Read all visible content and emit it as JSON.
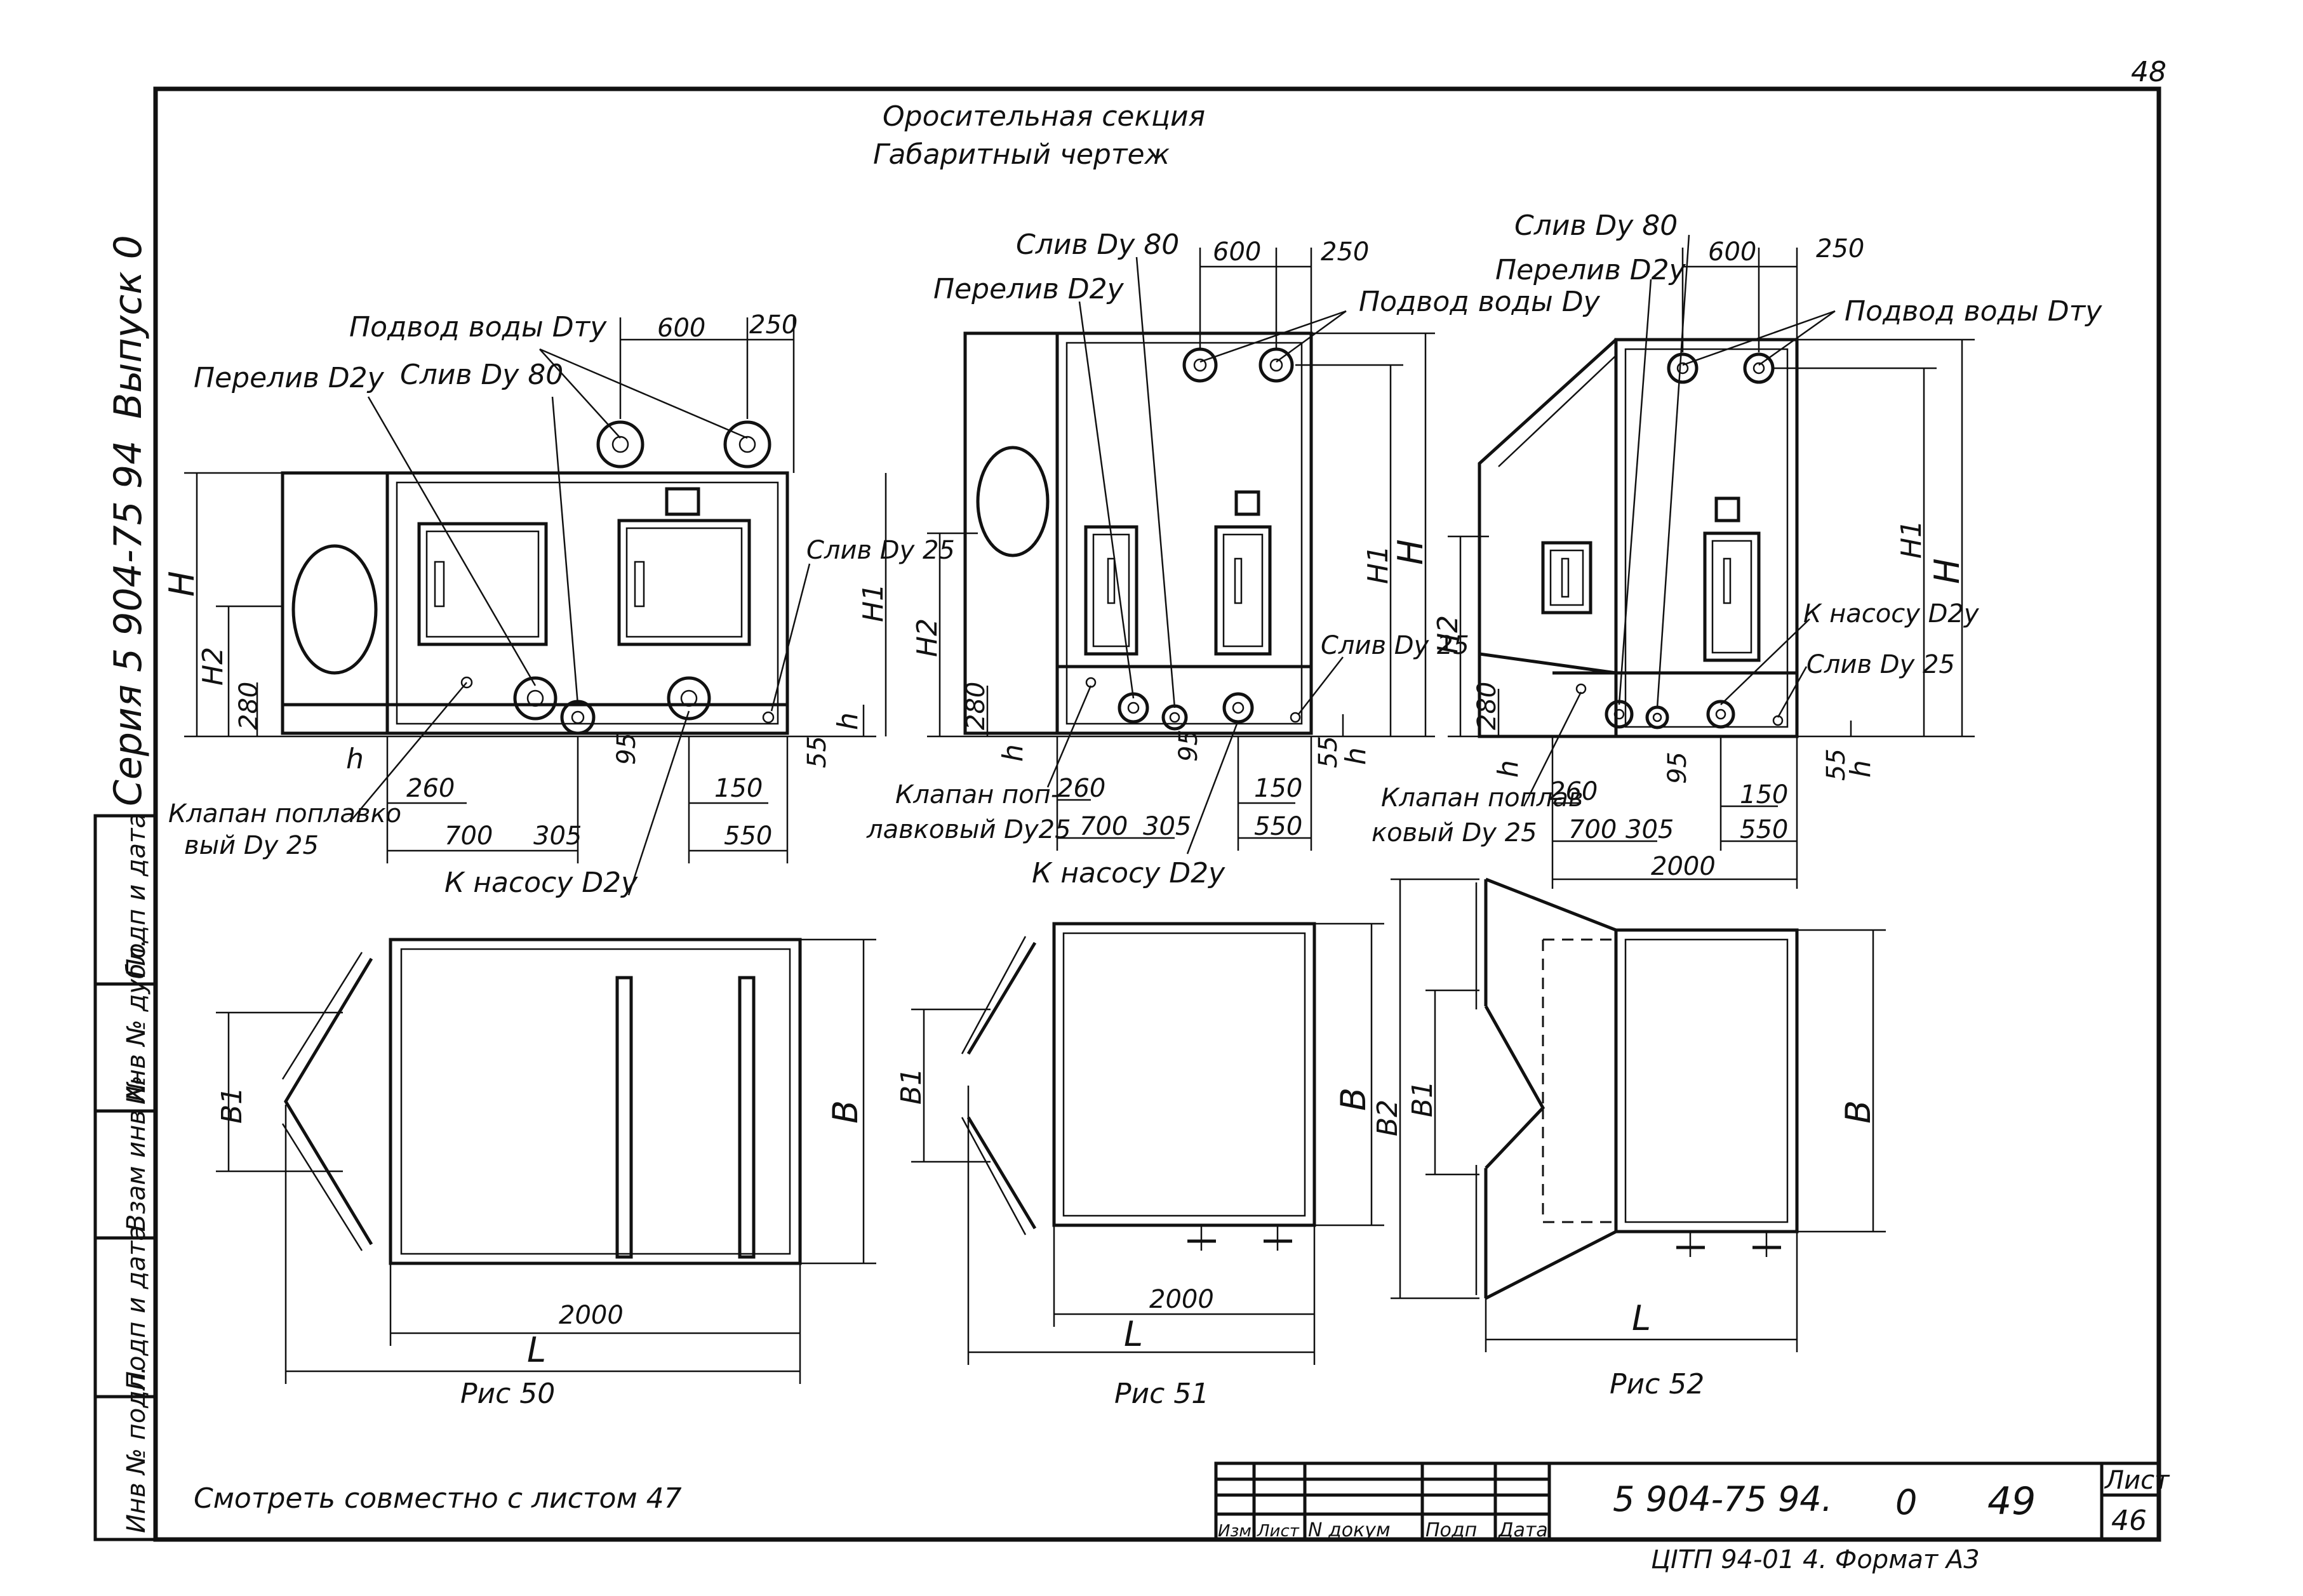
{
  "sheet_corner_number": "48",
  "title": {
    "line1": "Оросительная   секция",
    "line2": "Габаритный чертеж"
  },
  "side_stamp": {
    "series": "Серия 5 904-75 94",
    "issue": "Выпуск 0"
  },
  "left_stamp_columns": [
    "Подп и дата",
    "Инв № дубл.",
    "Взам инв №",
    "Подп и дата",
    "Инв № подл."
  ],
  "labels": {
    "podvod": "Подвод воды Dту",
    "podvod51": "Подвод воды Dу",
    "perelib": "Перелив D2у",
    "sliv80": "Слив Dу 80",
    "sliv25": "Слив Dу 25",
    "klapan50_1": "Клапан поплавко",
    "klapan50_2": "вый Dу 25",
    "klapan51_1": "Клапан поп-",
    "klapan51_2": "лавковый Dу25",
    "klapan52_1": "Клапан поплав",
    "klapan52_2": "ковый Dу 25",
    "knasosu": "К насосу D2у",
    "knasosu52": "К насосу D2у"
  },
  "dims": {
    "d600": "600",
    "d250": "250",
    "d260": "260",
    "d700": "700",
    "d305": "305",
    "d150": "150",
    "d550": "550",
    "d280": "280",
    "d95": "95",
    "d55": "55",
    "d2000": "2000"
  },
  "letters": {
    "H": "H",
    "H1": "H1",
    "H2": "H2",
    "h": "h",
    "B": "B",
    "B1": "B1",
    "B2": "B2",
    "L": "L"
  },
  "captions": {
    "fig50": "Рис 50",
    "fig51": "Рис 51",
    "fig52": "Рис 52"
  },
  "note": "Смотреть совместно с листом 47",
  "title_block": {
    "doc_code": "5 904-75 94.",
    "stage": "0",
    "sheet_no": "49",
    "sheet_label": "Лист",
    "sheet_value": "46",
    "headers": [
      "Изм",
      "Лист",
      "N докум",
      "Подп",
      "Дата"
    ]
  },
  "bottom_note": "ЦІТП 94-01   4. Формат А3"
}
